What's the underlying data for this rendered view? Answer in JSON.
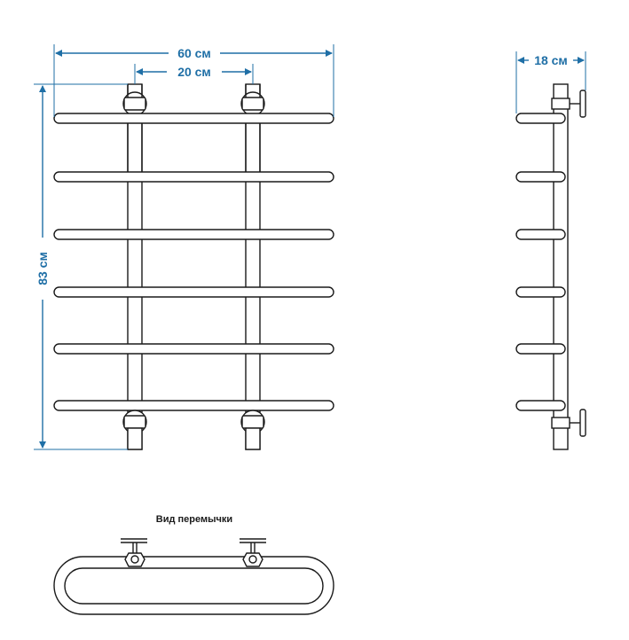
{
  "dimensions": {
    "width_label": "60 см",
    "spacing_label": "20 см",
    "height_label": "83 см",
    "depth_label": "18 см"
  },
  "bridge_view": {
    "caption": "Вид перемычки"
  },
  "colors": {
    "dimension": "#1f6fa6",
    "outline": "#1a1a1a"
  }
}
